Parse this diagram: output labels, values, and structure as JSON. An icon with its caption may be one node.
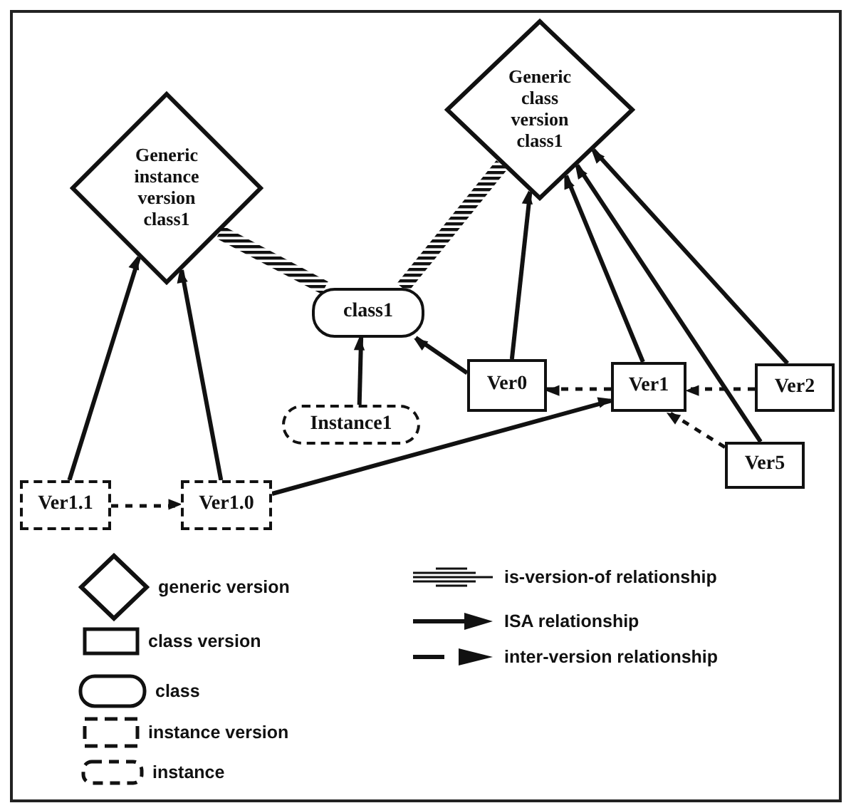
{
  "diagram": {
    "nodes": [
      {
        "text": [
          "Generic instance version class1"
        ]
      },
      {
        "text": [
          "Generic class version class1"
        ]
      },
      {
        "text": [
          "class1"
        ]
      },
      {
        "text": [
          "Ver0"
        ]
      },
      {
        "text": [
          "Ver1"
        ]
      },
      {
        "text": [
          "Ver2"
        ]
      },
      {
        "text": [
          "Instance1"
        ]
      },
      {
        "text": [
          "Ver5"
        ]
      },
      {
        "text": [
          "Ver1.1"
        ]
      },
      {
        "text": [
          "Ver1.0"
        ]
      }
    ],
    "edges": [
      {
        "from": 2,
        "to": 0,
        "arrow": "none",
        "style": "thick"
      },
      {
        "from": 2,
        "to": 1,
        "arrow": "none",
        "style": "thick"
      },
      {
        "from": 3,
        "to": 1,
        "arrow": "to"
      },
      {
        "from": 4,
        "to": 1,
        "arrow": "to"
      },
      {
        "from": 5,
        "to": 1,
        "arrow": "to"
      },
      {
        "from": 7,
        "to": 1,
        "arrow": "to"
      },
      {
        "from": 3,
        "to": 2,
        "arrow": "to"
      },
      {
        "from": 6,
        "to": 2,
        "arrow": "to"
      },
      {
        "from": 4,
        "to": 3,
        "arrow": "to",
        "style": "dashed"
      },
      {
        "from": 5,
        "to": 4,
        "arrow": "to",
        "style": "dashed"
      },
      {
        "from": 7,
        "to": 4,
        "arrow": "to",
        "style": "dashed"
      },
      {
        "from": 8,
        "to": 0,
        "arrow": "to"
      },
      {
        "from": 9,
        "to": 0,
        "arrow": "to"
      },
      {
        "from": 8,
        "to": 9,
        "arrow": "to",
        "style": "dashed"
      },
      {
        "from": 9,
        "to": 4,
        "arrow": "to"
      }
    ],
    "legend": [
      {
        "text": "generic version"
      },
      {
        "text": "class version"
      },
      {
        "text": "class"
      },
      {
        "text": "instance version"
      },
      {
        "text": "instance"
      },
      {
        "text": "is-version-of relationship"
      },
      {
        "text": "ISA relationship"
      },
      {
        "text": "inter-version relationship"
      }
    ]
  }
}
